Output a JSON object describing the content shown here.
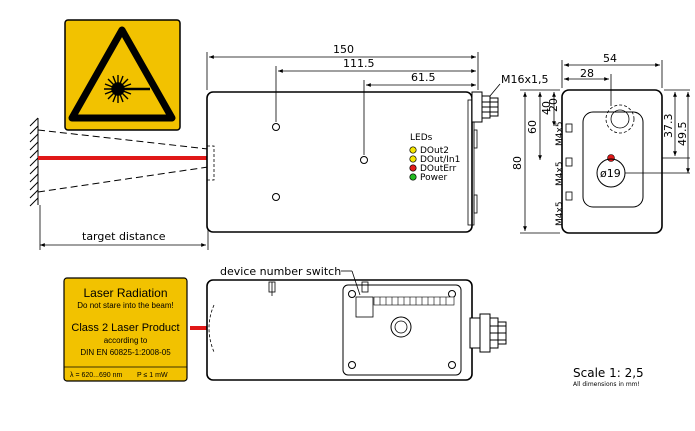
{
  "dimensions": {
    "d150": "150",
    "d111_5": "111.5",
    "d61_5": "61.5",
    "thread": "M16x1,5",
    "d54": "54",
    "d28": "28",
    "d20": "20",
    "d40": "40",
    "d60": "60",
    "d80": "80",
    "d37_3": "37.3",
    "d49_5": "49.5",
    "m4x5": "M4x5",
    "dia19": "ø19"
  },
  "leds": {
    "title": "LEDs",
    "items": [
      {
        "label": "DOut2",
        "color": "#f5e600"
      },
      {
        "label": "DOut/In1",
        "color": "#f5e600"
      },
      {
        "label": "DOutErr",
        "color": "#e21a1a"
      },
      {
        "label": "Power",
        "color": "#22bb22"
      }
    ]
  },
  "target_distance": "target distance",
  "device_number_switch": "device number switch",
  "laser_label": {
    "title": "Laser Radiation",
    "warning": "Do not stare into the beam!",
    "class": "Class 2 Laser Product",
    "according": "according to",
    "standard": "DIN EN 60825-1:2008-05",
    "spec_wavelength": "λ = 620...690 nm",
    "spec_power": "P ≤ 1 mW"
  },
  "scale": {
    "text": "Scale 1: 2,5",
    "note": "All dimensions in mm!"
  },
  "colors": {
    "warning_yellow": "#f2c200",
    "beam_red": "#e01818"
  }
}
